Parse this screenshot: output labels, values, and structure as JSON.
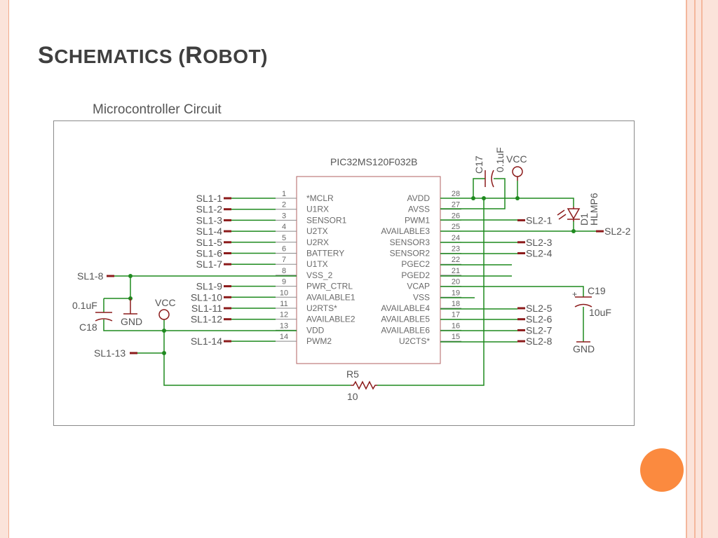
{
  "slide": {
    "title_first_cap": "S",
    "title_rest_1": "CHEMATICS (",
    "title_second_cap": "R",
    "title_rest_2": "OBOT)",
    "subtitle": "Microcontroller Circuit",
    "accent_color": "#fb8a3f"
  },
  "schematic": {
    "chip_name": "PIC32MS120F032B",
    "left_pins": [
      {
        "num": "1",
        "name": "*MCLR",
        "net": "SL1-1"
      },
      {
        "num": "2",
        "name": "U1RX",
        "net": "SL1-2"
      },
      {
        "num": "3",
        "name": "SENSOR1",
        "net": "SL1-3"
      },
      {
        "num": "4",
        "name": "U2TX",
        "net": "SL1-4"
      },
      {
        "num": "5",
        "name": "U2RX",
        "net": "SL1-5"
      },
      {
        "num": "6",
        "name": "BATTERY",
        "net": "SL1-6"
      },
      {
        "num": "7",
        "name": "U1TX",
        "net": "SL1-7"
      },
      {
        "num": "8",
        "name": "VSS_2",
        "net": ""
      },
      {
        "num": "9",
        "name": "PWR_CTRL",
        "net": "SL1-9"
      },
      {
        "num": "10",
        "name": "AVAILABLE1",
        "net": "SL1-10"
      },
      {
        "num": "11",
        "name": "U2RTS*",
        "net": "SL1-11"
      },
      {
        "num": "12",
        "name": "AVAILABLE2",
        "net": "SL1-12"
      },
      {
        "num": "13",
        "name": "VDD",
        "net": ""
      },
      {
        "num": "14",
        "name": "PWM2",
        "net": "SL1-14"
      }
    ],
    "right_pins": [
      {
        "num": "28",
        "name": "AVDD",
        "net": ""
      },
      {
        "num": "27",
        "name": "AVSS",
        "net": ""
      },
      {
        "num": "26",
        "name": "PWM1",
        "net": "SL2-1"
      },
      {
        "num": "25",
        "name": "AVAILABLE3",
        "net": "SL2-2"
      },
      {
        "num": "24",
        "name": "SENSOR3",
        "net": "SL2-3"
      },
      {
        "num": "23",
        "name": "SENSOR2",
        "net": "SL2-4"
      },
      {
        "num": "22",
        "name": "PGEC2",
        "net": ""
      },
      {
        "num": "21",
        "name": "PGED2",
        "net": ""
      },
      {
        "num": "20",
        "name": "VCAP",
        "net": ""
      },
      {
        "num": "19",
        "name": "VSS",
        "net": ""
      },
      {
        "num": "18",
        "name": "AVAILABLE4",
        "net": "SL2-5"
      },
      {
        "num": "17",
        "name": "AVAILABLE5",
        "net": "SL2-6"
      },
      {
        "num": "16",
        "name": "AVAILABLE6",
        "net": "SL2-7"
      },
      {
        "num": "15",
        "name": "U2CTS*",
        "net": "SL2-8"
      }
    ],
    "sl1_8": "SL1-8",
    "sl1_13": "SL1-13",
    "c18_name": "C18",
    "c18_value": "0.1uF",
    "c17_name": "C17",
    "c17_value": "0.1uF",
    "c19_name": "C19",
    "c19_value": "10uF",
    "r5_name": "R5",
    "r5_value": "10",
    "d1_name": "D1",
    "d1_part": "HLMP6",
    "vcc_label": "VCC",
    "gnd_label": "GND",
    "cap_plus": "+",
    "wire_color": "#1f8a1f",
    "pin_color": "#8b1a1a",
    "part_color": "#8b1a1a"
  }
}
